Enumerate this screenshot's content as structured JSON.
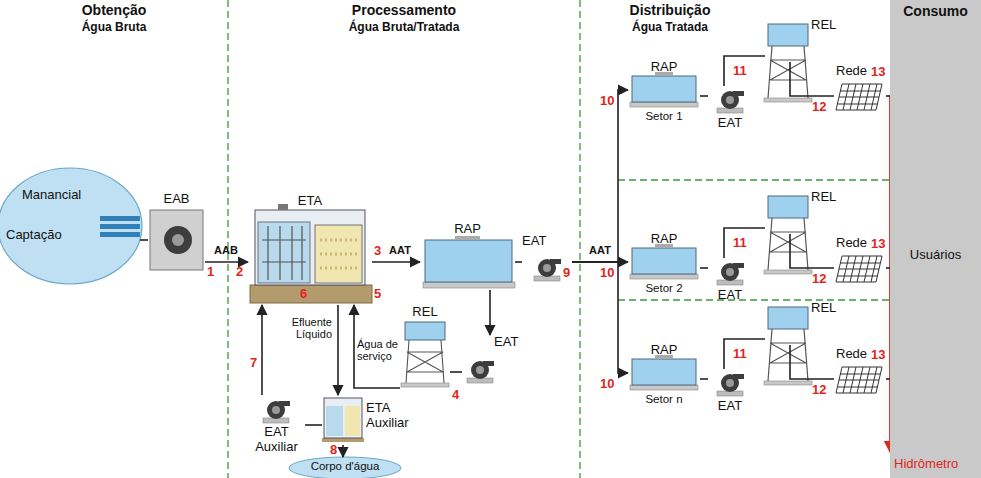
{
  "diagram": {
    "nodes": [
      {
        "text": [
          "Manancial",
          "Captação"
        ]
      },
      {
        "text": [
          "EAB"
        ]
      },
      {
        "text": [
          "ETA"
        ]
      },
      {
        "text": [
          "RAP"
        ]
      },
      {
        "text": [
          "EAT"
        ]
      },
      {
        "text": [
          "REL"
        ]
      },
      {
        "text": [
          "EAT"
        ]
      },
      {
        "text": [
          "ETA Auxiliar"
        ]
      },
      {
        "text": [
          "EAT Auxiliar"
        ]
      },
      {
        "text": [
          "Corpo d'água"
        ]
      },
      {
        "text": [
          "RAP",
          "Setor 1"
        ]
      },
      {
        "text": [
          "EAT"
        ]
      },
      {
        "text": [
          "REL"
        ]
      },
      {
        "text": [
          "Rede"
        ]
      },
      {
        "text": [
          "RAP",
          "Setor 2"
        ]
      },
      {
        "text": [
          "EAT"
        ]
      },
      {
        "text": [
          "REL"
        ]
      },
      {
        "text": [
          "Rede"
        ]
      },
      {
        "text": [
          "RAP",
          "Setor n"
        ]
      },
      {
        "text": [
          "EAT"
        ]
      },
      {
        "text": [
          "REL"
        ]
      },
      {
        "text": [
          "Rede"
        ]
      },
      {
        "text": [
          "Consumo",
          "Usuários"
        ]
      }
    ],
    "edges": [
      {
        "from": 0,
        "to": 1,
        "arrow": "none"
      },
      {
        "from": 1,
        "to": 2,
        "label": "AAB",
        "arrow": "to"
      },
      {
        "from": 2,
        "to": 3,
        "label": "AAT",
        "arrow": "to"
      },
      {
        "from": 3,
        "to": 4,
        "arrow": "none"
      },
      {
        "from": 3,
        "to": 6,
        "arrow": "to"
      },
      {
        "from": 6,
        "to": 5,
        "arrow": "none"
      },
      {
        "from": 5,
        "to": 2,
        "arrow": "to"
      },
      {
        "from": 2,
        "to": 7,
        "arrow": "to"
      },
      {
        "from": 7,
        "to": 8,
        "arrow": "none"
      },
      {
        "from": 8,
        "to": 2,
        "arrow": "to"
      },
      {
        "from": 7,
        "to": 9,
        "arrow": "to"
      },
      {
        "from": 4,
        "to": 10,
        "arrow": "to"
      },
      {
        "from": 4,
        "to": 14,
        "label": "AAT",
        "arrow": "to"
      },
      {
        "from": 4,
        "to": 18,
        "arrow": "to"
      },
      {
        "from": 10,
        "to": 11,
        "arrow": "none"
      },
      {
        "from": 11,
        "to": 12,
        "arrow": "none"
      },
      {
        "from": 12,
        "to": 13,
        "arrow": "none"
      },
      {
        "from": 13,
        "to": 22,
        "arrow": "none"
      },
      {
        "from": 14,
        "to": 15,
        "arrow": "none"
      },
      {
        "from": 15,
        "to": 16,
        "arrow": "none"
      },
      {
        "from": 16,
        "to": 17,
        "arrow": "none"
      },
      {
        "from": 17,
        "to": 22,
        "arrow": "none"
      },
      {
        "from": 18,
        "to": 19,
        "arrow": "none"
      },
      {
        "from": 19,
        "to": 20,
        "arrow": "none"
      },
      {
        "from": 20,
        "to": 21,
        "arrow": "none"
      },
      {
        "from": 21,
        "to": 22,
        "arrow": "none"
      }
    ],
    "labels": [
      "Obtenção",
      "Água Bruta",
      "Processamento",
      "Água Bruta/Tratada",
      "Distribuição",
      "Água Tratada",
      "Efluente Líquido",
      "Água de serviço",
      "1",
      "2",
      "3",
      "4",
      "5",
      "6",
      "7",
      "8",
      "9",
      "10",
      "11",
      "12",
      "13",
      "10",
      "11",
      "12",
      "13",
      "10",
      "11",
      "12",
      "13",
      "Hidrômetro"
    ]
  }
}
